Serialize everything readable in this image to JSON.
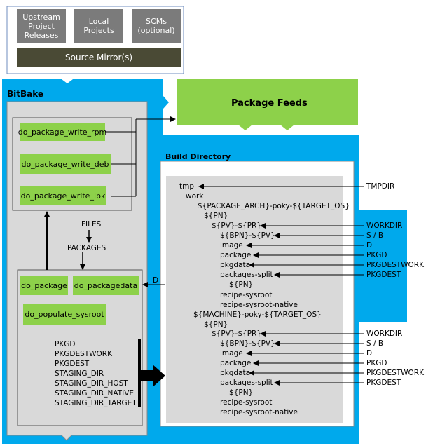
{
  "sources": {
    "upstream": "Upstream\nProject\nReleases",
    "local": "Local\nProjects",
    "scms": "SCMs\n(optional)",
    "mirror": "Source Mirror(s)"
  },
  "bitbake_label": "BitBake",
  "package_feeds_label": "Package Feeds",
  "build_directory_label": "Build Directory",
  "write_tasks": [
    "do_package_write_rpm",
    "do_package_write_deb",
    "do_package_write_ipk"
  ],
  "files_label": "FILES",
  "packages_label": "PACKAGES",
  "package_tasks": [
    "do_package",
    "do_packagedata",
    "do_populate_sysroot"
  ],
  "d_label": "D",
  "variables": [
    "PKGD",
    "PKGDESTWORK",
    "PKGDEST",
    "STAGING_DIR",
    "STAGING_DIR_HOST",
    "STAGING_DIR_NATIVE",
    "STAGING_DIR_TARGET"
  ],
  "tree": [
    "tmp",
    "work",
    "${PACKAGE_ARCH}-poky-${TARGET_OS}",
    "${PN}",
    "${PV}-${PR}",
    "${BPN}-${PV}",
    "image",
    "package",
    "pkgdata",
    "packages-split",
    "${PN}",
    "recipe-sysroot",
    "recipe-sysroot-native",
    "${MACHINE}-poky-${TARGET_OS}",
    "${PN}",
    "${PV}-${PR}",
    "${BPN}-${PV}",
    "image",
    "package",
    "pkgdata",
    "packages-split",
    "${PN}",
    "recipe-sysroot",
    "recipe-sysroot-native"
  ],
  "right_labels": [
    "TMPDIR",
    "WORKDIR",
    "S / B",
    "D",
    "PKGD",
    "PKGDESTWORK",
    "PKGDEST",
    "WORKDIR",
    "S / B",
    "D",
    "PKGD",
    "PKGDESTWORK",
    "PKGDEST"
  ]
}
